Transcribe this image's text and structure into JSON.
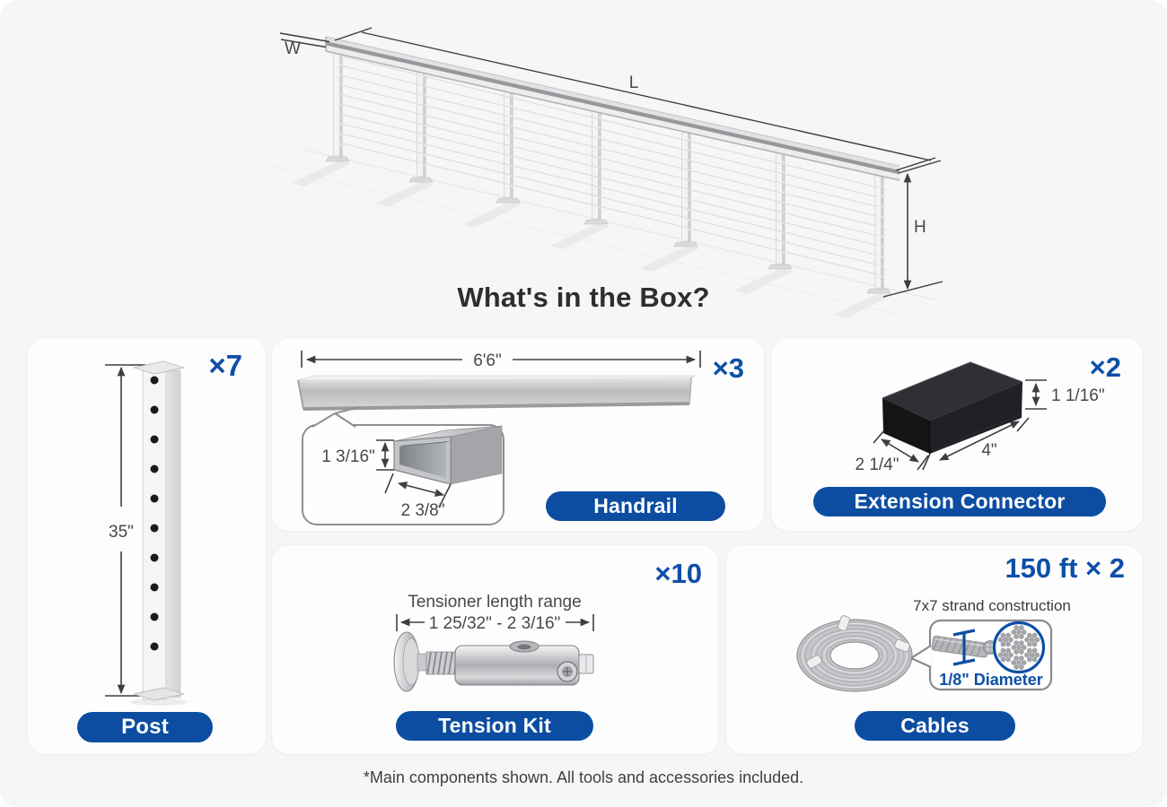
{
  "title": "What's in the Box?",
  "footnote": "*Main components shown. All tools and accessories included.",
  "hero": {
    "width_label": "W",
    "length_label": "L",
    "height_label": "H"
  },
  "cards": {
    "post": {
      "count": "×7",
      "height": "35\"",
      "pill": "Post"
    },
    "handrail": {
      "count": "×3",
      "length": "6'6\"",
      "profile_height": "1 3/16\"",
      "profile_width": "2 3/8\"",
      "pill": "Handrail"
    },
    "extension_connector": {
      "count": "×2",
      "height": "1 1/16\"",
      "length": "4\"",
      "width": "2 1/4\"",
      "pill": "Extension Connector"
    },
    "tension_kit": {
      "count": "×10",
      "caption": "Tensioner length range",
      "range": "1 25/32\" - 2 3/16\"",
      "pill": "Tension Kit"
    },
    "cables": {
      "count": "150 ft × 2",
      "caption": "7x7 strand construction",
      "diameter": "1/8\" Diameter",
      "pill": "Cables"
    }
  },
  "colors": {
    "accent_blue": "#0c4da2",
    "count_blue": "#0d4fa8",
    "dimension_gray": "#48484b",
    "page_bg": "#f6f6f7",
    "card_bg": "#fdfdfe",
    "title_color": "#2e2e30"
  }
}
